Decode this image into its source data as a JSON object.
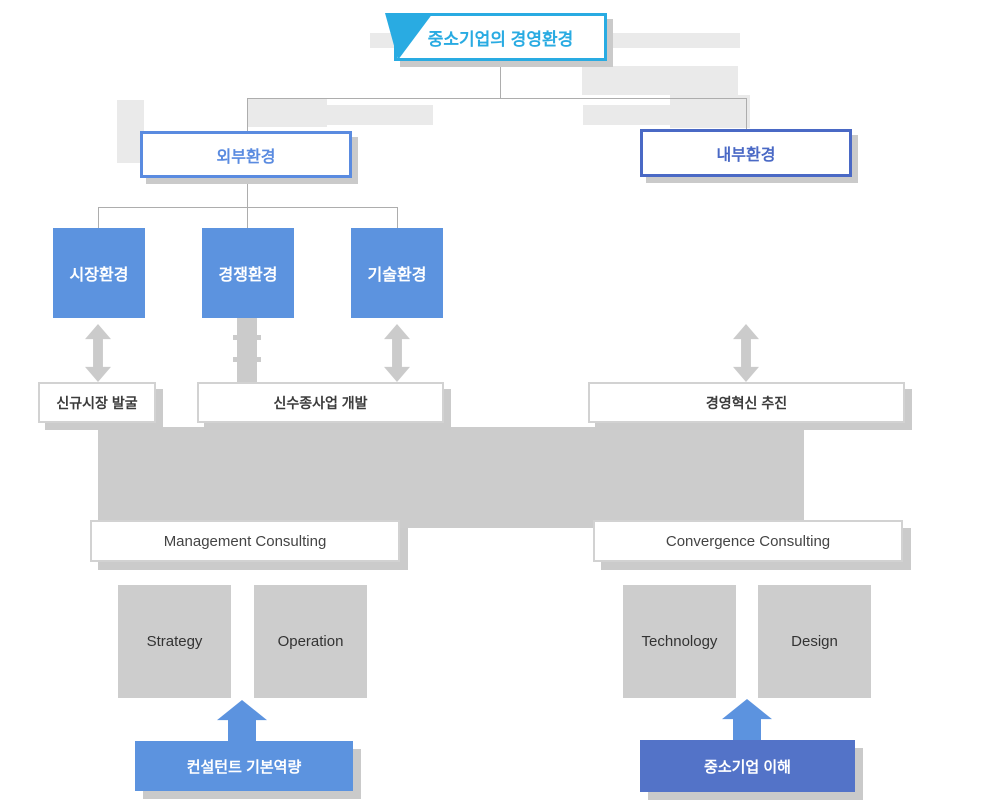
{
  "diagram": {
    "title": "중소기업의 경영환경",
    "level1": {
      "external": "외부환경",
      "internal": "내부환경"
    },
    "environments": [
      "시장환경",
      "경쟁환경",
      "기술환경"
    ],
    "initiatives": {
      "new_market": "신규시장 발굴",
      "new_business": "신수종사업 개발",
      "innovation": "경영혁신 추진"
    },
    "consulting": {
      "management": "Management Consulting",
      "convergence": "Convergence Consulting"
    },
    "capabilities": [
      "Strategy",
      "Operation",
      "Technology",
      "Design"
    ],
    "foundations": {
      "consultant": "컨설턴트 기본역량",
      "sme": "중소기업 이해"
    },
    "colors": {
      "cyan": "#29ABE2",
      "cornflower_blue": "#5C93DF",
      "indigo_blue": "#5373C8",
      "external_border": "#5A8BE0",
      "internal_border": "#4A69C5",
      "gray_fill": "#CCCCCC",
      "ghost_gray": "#EAEAEA",
      "line_gray": "#ADADAD",
      "dark_text": "#3C3C3C"
    }
  }
}
